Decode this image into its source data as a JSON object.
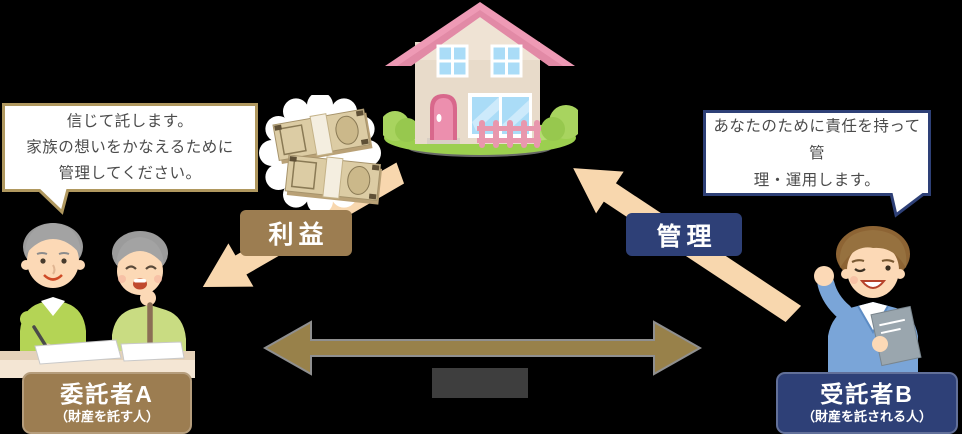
{
  "bubbles": {
    "left": {
      "line1": "信じて託します。",
      "line2": "家族の想いをかなえるために",
      "line3": "管理してください。"
    },
    "right": {
      "line1": "あなたのために責任を持って管",
      "line2": "理・運用します。"
    }
  },
  "flow_labels": {
    "profit": "利益",
    "management": "管理"
  },
  "parties": {
    "trustor": {
      "title": "委託者A",
      "subtitle": "（財産を託す人）"
    },
    "trustee": {
      "title": "受託者B",
      "subtitle": "（財産を託される人）"
    }
  },
  "colors": {
    "label_brown": "#9c7d51",
    "label_navy": "#2e4077",
    "bubble_border_tan": "#b0985f",
    "bubble_border_navy": "#2e4077",
    "beige_arrow": "#f8d7ae",
    "gold_arrow": "#98814a",
    "dark_box": "#3e3e3e",
    "text_dark": "#4b4b4b"
  }
}
